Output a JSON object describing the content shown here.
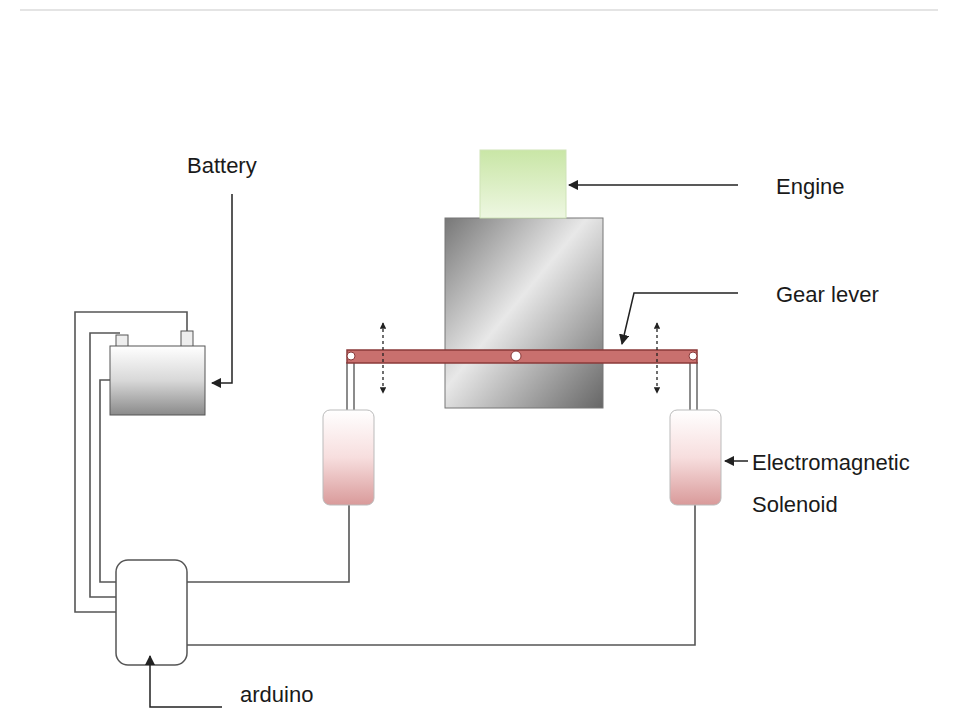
{
  "diagram": {
    "labels": [
      "Battery",
      "Engine",
      "Gear lever",
      "Electromagnetic Solenoid",
      "arduino"
    ]
  }
}
